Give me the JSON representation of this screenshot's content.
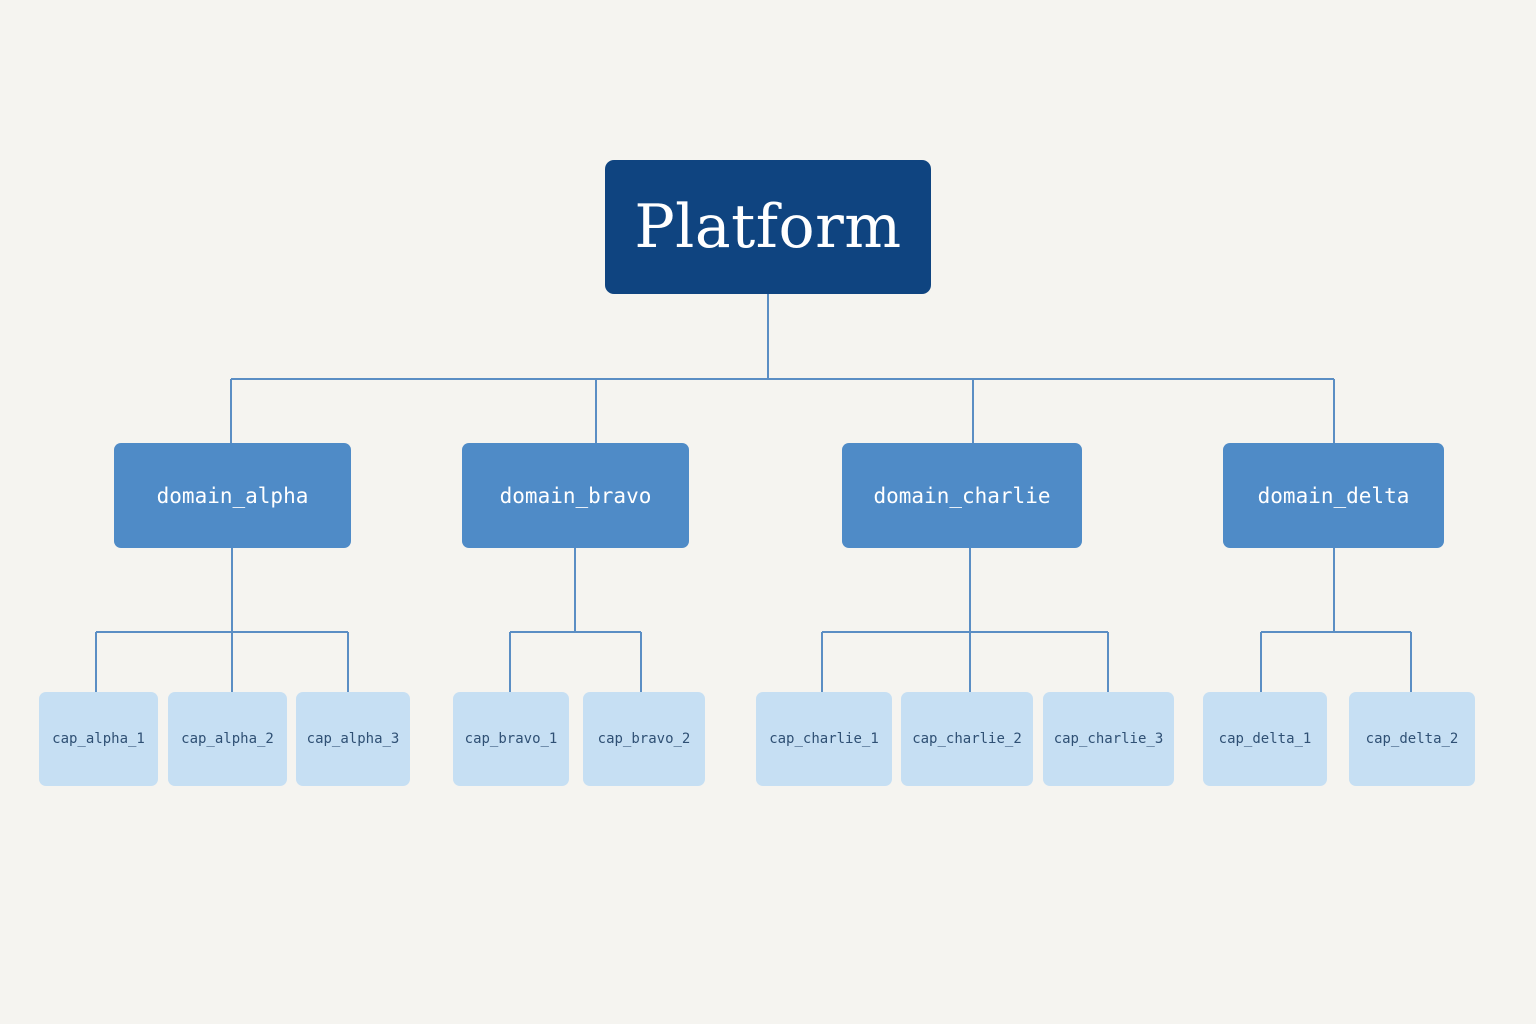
{
  "colors": {
    "background": "#f5f4f0",
    "root_fill": "#0f4480",
    "root_text": "#ffffff",
    "domain_fill": "#4f8bc7",
    "domain_text": "#ffffff",
    "capability_fill": "#c6dff3",
    "capability_text": "#2f5074",
    "connector": "#5b8ec4"
  },
  "root": {
    "label": "Platform"
  },
  "domains": [
    {
      "label": "domain_alpha",
      "capabilities": [
        "cap_alpha_1",
        "cap_alpha_2",
        "cap_alpha_3"
      ]
    },
    {
      "label": "domain_bravo",
      "capabilities": [
        "cap_bravo_1",
        "cap_bravo_2"
      ]
    },
    {
      "label": "domain_charlie",
      "capabilities": [
        "cap_charlie_1",
        "cap_charlie_2",
        "cap_charlie_3"
      ]
    },
    {
      "label": "domain_delta",
      "capabilities": [
        "cap_delta_1",
        "cap_delta_2"
      ]
    }
  ]
}
